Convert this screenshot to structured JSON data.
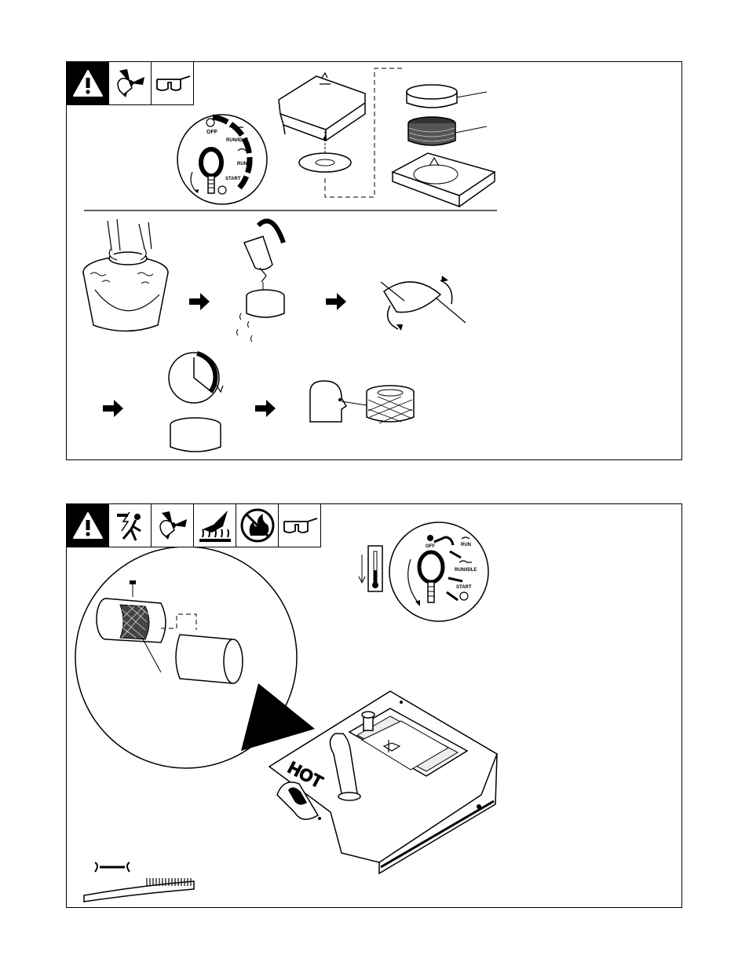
{
  "panel_1": {
    "hazard_icons": [
      "warning-triangle-icon",
      "moving-parts-icon",
      "safety-glasses-icon"
    ],
    "switch_labels": {
      "off": "OFF",
      "run_idle": "RUN/IDLE",
      "run": "RUN",
      "start": "START"
    }
  },
  "panel_2": {
    "hazard_icons": [
      "warning-triangle-icon",
      "electric-shock-icon",
      "moving-parts-icon",
      "hot-surface-icon",
      "no-fire-icon",
      "safety-glasses-icon"
    ],
    "switch_labels": {
      "off": "OFF",
      "run": "RUN",
      "run_idle": "RUN/IDLE",
      "start": "START"
    },
    "muffler_text": "HOT"
  }
}
